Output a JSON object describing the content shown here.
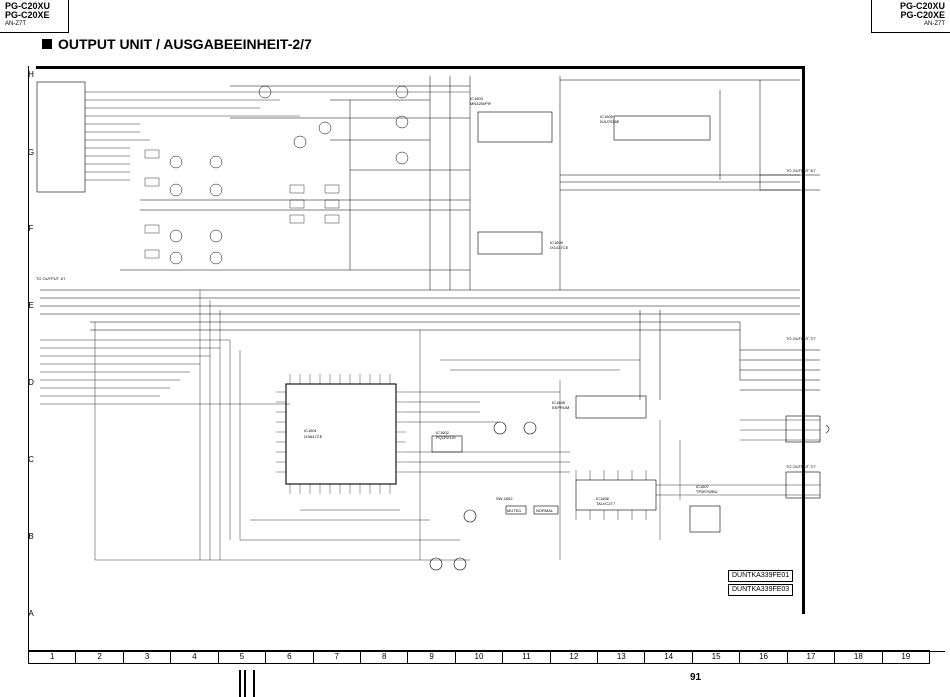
{
  "header": {
    "left": {
      "model1": "PG-C20XU",
      "model2": "PG-C20XE",
      "code": "AN-Z7T"
    },
    "right": {
      "model1": "PG-C20XU",
      "model2": "PG-C20XE",
      "code": "AN-Z7T"
    }
  },
  "title": "OUTPUT UNIT / AUSGABEEINHEIT-2/7",
  "row_labels": [
    "H",
    "G",
    "F",
    "E",
    "D",
    "C",
    "B",
    "A"
  ],
  "column_labels": [
    "1",
    "2",
    "3",
    "4",
    "5",
    "6",
    "7",
    "8",
    "9",
    "10",
    "11",
    "12",
    "13",
    "14",
    "15",
    "16",
    "17",
    "18",
    "19"
  ],
  "page_number": "91",
  "board_codes": [
    "DUNTKA339FE01",
    "DUNTKA339FE03"
  ],
  "components": {
    "ic1601": {
      "ref": "IC1601",
      "part": "IX3647CE"
    },
    "ic1605": {
      "ref": "IC1605",
      "part": "NJU7036E"
    },
    "ic1603": {
      "ref": "IC1603",
      "part": "MN3250PIF"
    },
    "ic1609": {
      "ref": "IC1609",
      "part": "IX1437CE"
    },
    "ic1606": {
      "ref": "IC1606",
      "part": "TALVC2T7"
    },
    "ic1608": {
      "ref": "IC1608",
      "part": "EEPROM"
    },
    "ic1602": {
      "ref": "IC1602",
      "part": "PQ1R21J0"
    },
    "ic1607": {
      "ref": "IC1607",
      "part": "TP0E7WBU"
    }
  },
  "connectors": {
    "to_output_left_top": "TO OUTPUT 1/7",
    "to_output_right_top": "TO OUTPUT 3/7",
    "to_output_right_mid": "TO OUTPUT 7/7",
    "to_output_right_low": "TO OUTPUT 7/7"
  },
  "text_labels": {
    "sw_label": "SW-1602",
    "muted": "MUTED",
    "normal": "NORMAL"
  }
}
